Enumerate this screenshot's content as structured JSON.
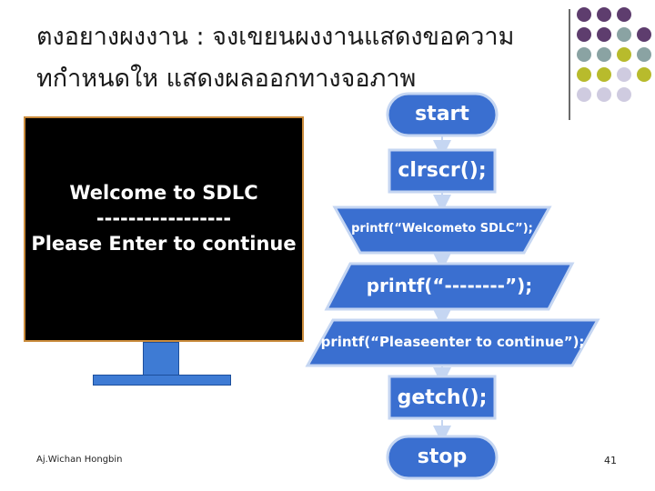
{
  "slide": {
    "title_line1": "ตงอยางผงงาน : จงเขยนผงงานแสดงขอความ",
    "title_line2": "ทกำหนดให แสดงผลออกทางจอภาพ",
    "author": "Aj.Wichan Hongbin",
    "page_number": "41"
  },
  "screen": {
    "line1": "Welcome to SDLC",
    "line2": "-----------------",
    "line3": "Please Enter to continue"
  },
  "flowchart": {
    "start": "start",
    "clrscr": "clrscr();",
    "printf_welcome": "printf(“Welcometo SDLC”);",
    "printf_dashes": "printf(“--------”);",
    "printf_please": "printf(“Pleaseenter to continue”);",
    "getch": "getch();",
    "stop": "stop"
  },
  "colors": {
    "node_fill": "#3a6fd0",
    "node_border": "#c5d6f2",
    "dot_purple": "#5e3d6e",
    "dot_teal": "#8aa3a3",
    "dot_olive": "#b8bb2c",
    "dot_lilac": "#cfcbe0"
  }
}
